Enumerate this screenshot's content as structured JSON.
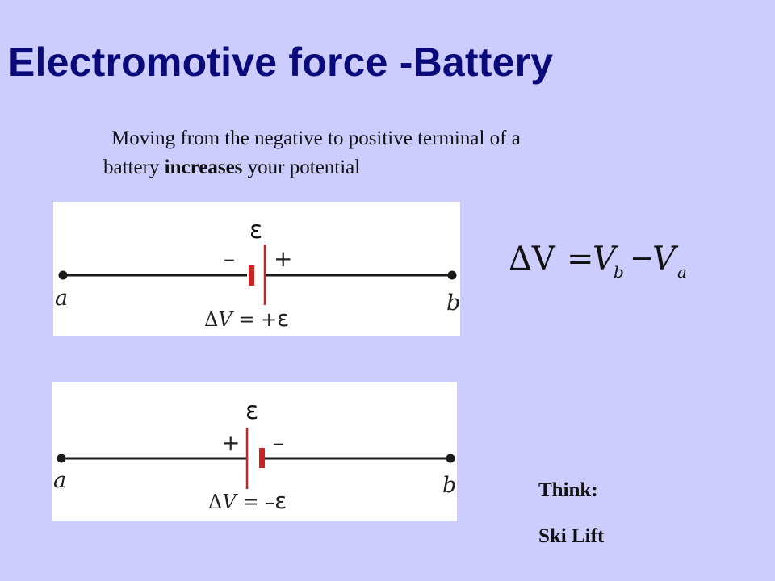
{
  "slide": {
    "title": "Electromotive force -Battery",
    "description": {
      "line1": "Moving from the negative to positive terminal of a",
      "line2_prefix": "battery ",
      "line2_bold": "increases",
      "line2_suffix": " your potential"
    }
  },
  "diagrams": [
    {
      "emf_symbol": "ε",
      "left_sign": "–",
      "right_sign": "+",
      "node_a": "a",
      "node_b": "b",
      "dv_delta": "Δ",
      "dv_var": "V",
      "dv_eq": " = ",
      "dv_sign": "+",
      "dv_emf": "ε"
    },
    {
      "emf_symbol": "ε",
      "left_sign": "+",
      "right_sign": "–",
      "node_a": "a",
      "node_b": "b",
      "dv_delta": "Δ",
      "dv_var": "V",
      "dv_eq": " = ",
      "dv_sign": "–",
      "dv_emf": "ε"
    }
  ],
  "formula": {
    "lhs": "ΔV",
    "eq": "=",
    "term1": "V",
    "sub1": "b",
    "minus": "−",
    "term2": "V",
    "sub2": "a"
  },
  "notes": {
    "think": "Think:",
    "ski_lift": "Ski Lift"
  },
  "colors": {
    "background": "#ccccff",
    "title": "#0a0a7a",
    "battery_plate": "#cc2222"
  }
}
